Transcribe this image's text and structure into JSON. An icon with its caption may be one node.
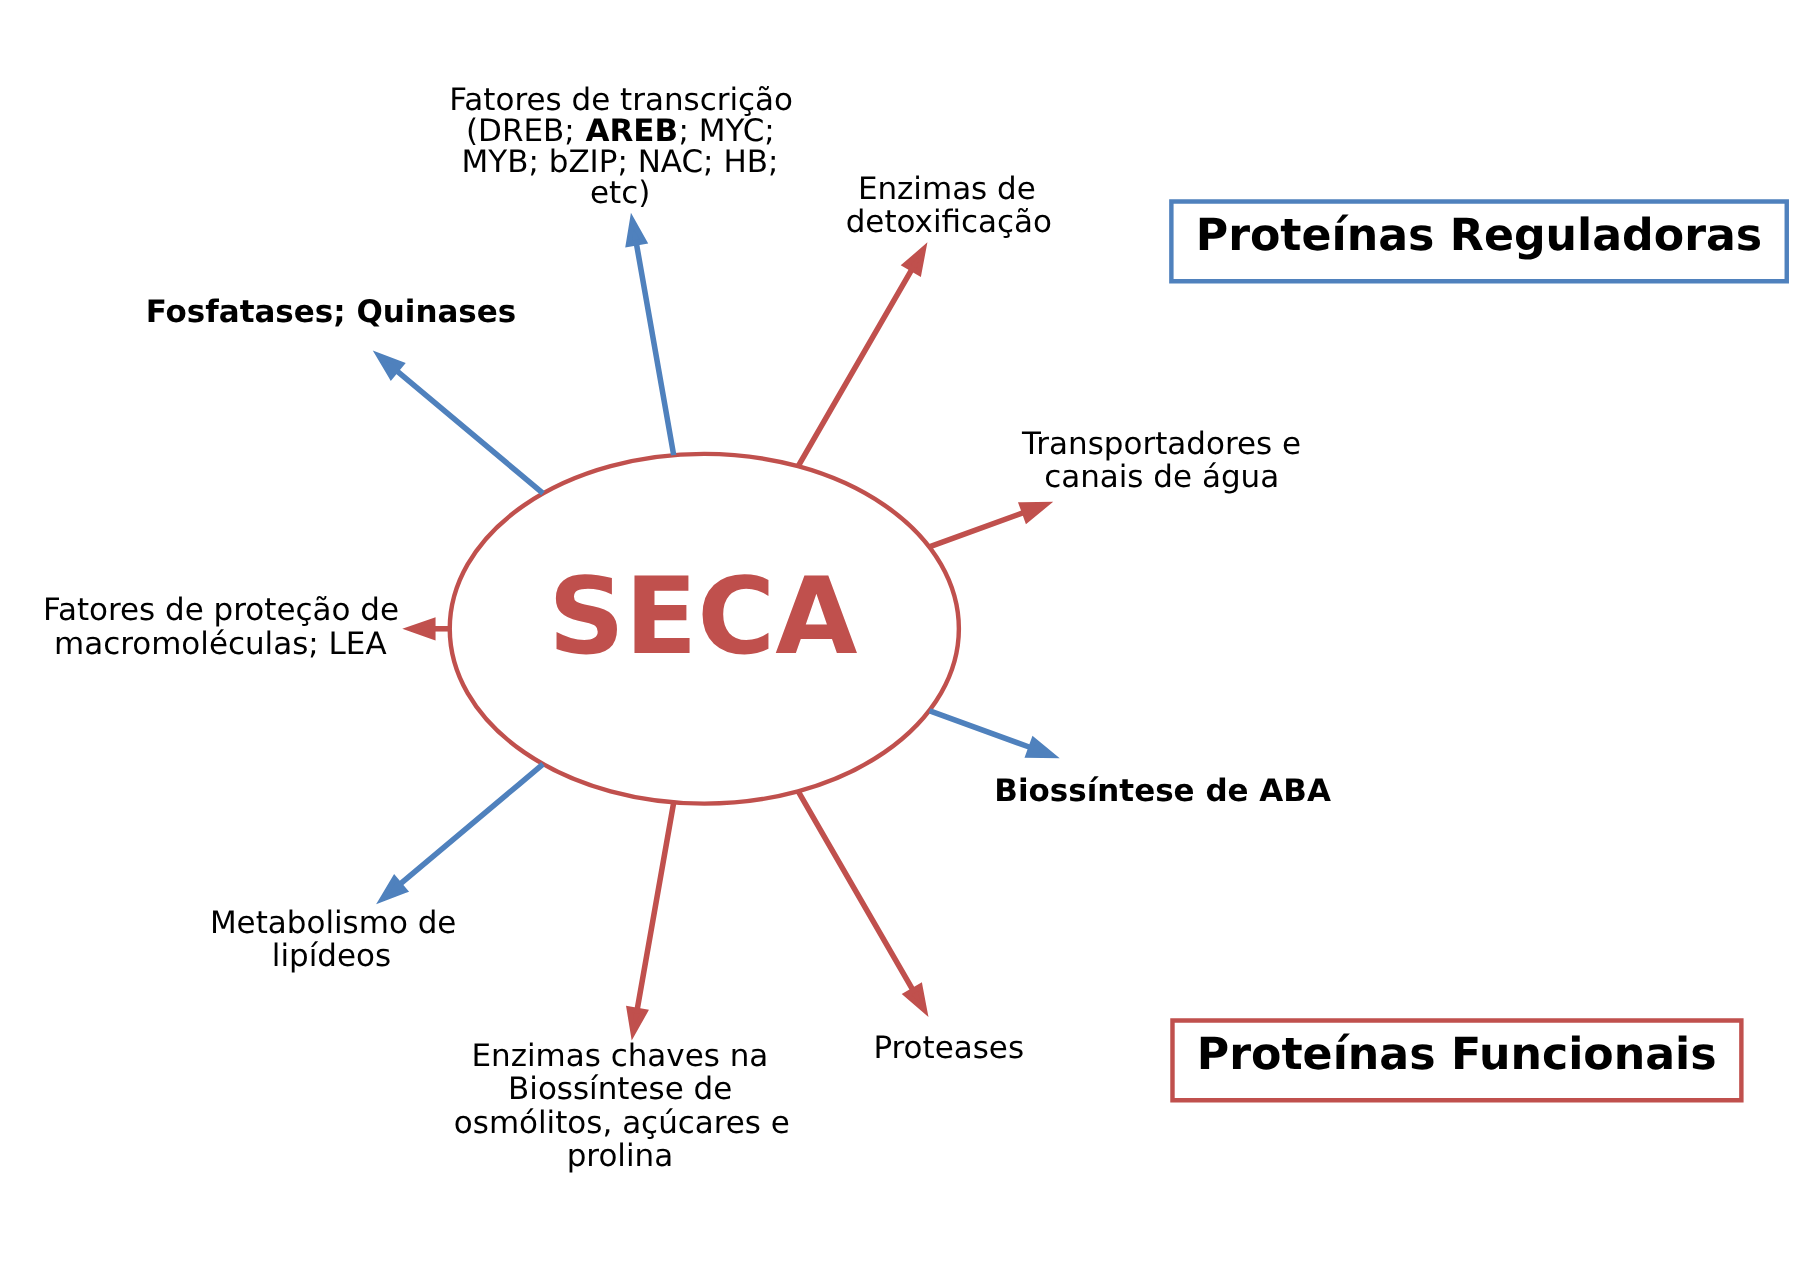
{
  "diagram": {
    "nodes": [
      {
        "text": [
          "Proteínas Funcionais"
        ]
      },
      {
        "text": [
          "Proteínas Reguladoras"
        ]
      },
      {
        "text": [
          "Transportadores e canais de água"
        ]
      },
      {
        "text": [
          "Enzimas de detoxificação"
        ]
      },
      {
        "text": [
          "Fatores de transcrição (DREB; **AREB**; MYC; MYB; bZIP; NAC; HB; etc)"
        ]
      },
      {
        "text": [
          "SECA"
        ]
      },
      {
        "text": [
          "Fosfatases; Quinases"
        ]
      },
      {
        "text": [
          "Fatores de proteção de macromoléculas; LEA"
        ]
      },
      {
        "text": [
          "Metabolismo de lipídeos"
        ]
      },
      {
        "text": [
          "Enzimas chaves na Biossíntese de osmólitos, açúcares e prolina"
        ]
      },
      {
        "text": [
          "Proteases"
        ]
      },
      {
        "text": [
          "Biossíntese de ABA"
        ]
      }
    ],
    "edges": [
      {
        "from": 5,
        "to": 2,
        "arrow": "to"
      },
      {
        "from": 5,
        "to": 3,
        "arrow": "to"
      },
      {
        "from": 5,
        "to": 4,
        "arrow": "to",
        "color": "#4f81bd"
      },
      {
        "from": 5,
        "to": 6,
        "arrow": "to",
        "color": "#4f81bd"
      },
      {
        "from": 5,
        "to": 7,
        "arrow": "to"
      },
      {
        "from": 5,
        "to": 8,
        "arrow": "to",
        "color": "#4f81bd"
      },
      {
        "from": 5,
        "to": 9,
        "arrow": "to"
      },
      {
        "from": 5,
        "to": 10,
        "arrow": "to"
      },
      {
        "from": 5,
        "to": 11,
        "arrow": "to",
        "color": "#4f81bd"
      }
    ]
  }
}
